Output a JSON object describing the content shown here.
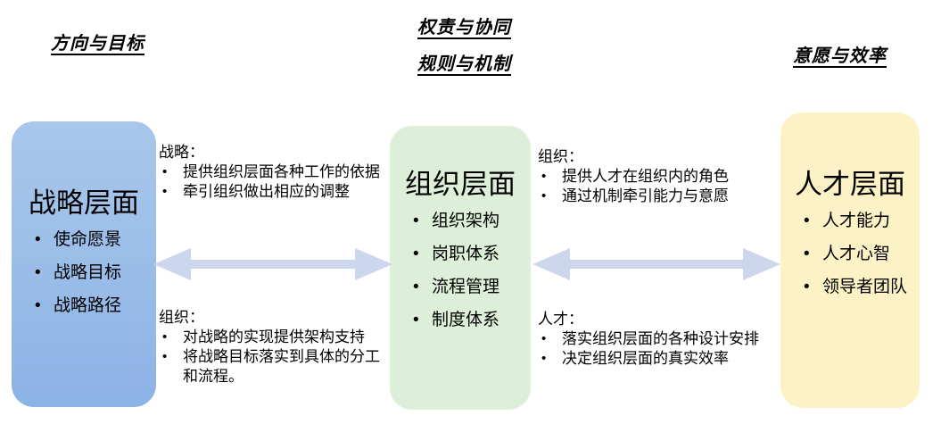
{
  "headers": {
    "left": "方向与目标",
    "center_line1": "权责与协同",
    "center_line2": "规则与机制",
    "right": "意愿与效率"
  },
  "boxes": {
    "strategy": {
      "title": "战略层面",
      "items": [
        "使命愿景",
        "战略目标",
        "战略路径"
      ]
    },
    "organization": {
      "title": "组织层面",
      "items": [
        "组织架构",
        "岗职体系",
        "流程管理",
        "制度体系"
      ]
    },
    "talent": {
      "title": "人才层面",
      "items": [
        "人才能力",
        "人才心智",
        "领导者团队"
      ]
    }
  },
  "annotations": {
    "strategy_to_org": {
      "label": "战略：",
      "items": [
        "提供组织层面各种工作的依据",
        "牵引组织做出相应的调整"
      ]
    },
    "org_to_strategy": {
      "label": "组织：",
      "items": [
        "对战略的实现提供架构支持",
        "将战略目标落实到具体的分工和流程。"
      ]
    },
    "org_to_talent": {
      "label": "组织：",
      "items": [
        "提供人才在组织内的角色",
        "通过机制牵引能力与意愿"
      ]
    },
    "talent_to_org": {
      "label": "人才：",
      "items": [
        "落实组织层面的各种设计安排",
        "决定组织层面的真实效率"
      ]
    }
  },
  "colors": {
    "box-strategy-top": "#a9c7eb",
    "box-strategy-bottom": "#8cb3e6",
    "box-org": "#ddefd8",
    "box-talent": "#fdf2c5",
    "arrow": "#ccd6ec",
    "text": "#000000"
  }
}
